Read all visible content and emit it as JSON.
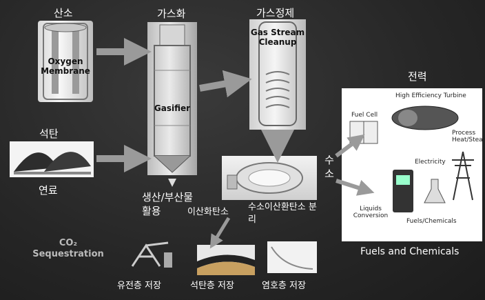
{
  "oxygen": {
    "label": "산소",
    "inner": "Oxygen Membrane"
  },
  "coal": {
    "label": "석탄",
    "sub_label": "연료"
  },
  "gasifier": {
    "label": "가스화",
    "inner": "Gasifier",
    "byproduct": "생산/부산물 활용"
  },
  "cleanup": {
    "label": "가스정제",
    "inner": "Gas Stream Cleanup"
  },
  "shift": {
    "co2_label": "이산화탄소",
    "label": "수소이산환탄소 분리"
  },
  "hydrogen": {
    "label": "수소"
  },
  "power": {
    "label": "전력",
    "turbine": "High Efficiency Turbine",
    "fuel_cell": "Fuel Cell",
    "process_heat": "Process Heat/Steam",
    "electricity": "Electricity",
    "liquids": "Liquids Conversion",
    "fuels": "Fuels/Chemicals",
    "caption": "Fuels and Chemicals"
  },
  "sequestration": {
    "title": "CO₂ Sequestration",
    "oil": "유전층 저장",
    "coal_seam": "석탄층 저장",
    "saline": "염호층 저장"
  },
  "colors": {
    "arrow": "#9a9a9a",
    "background": "#2a2a2a"
  }
}
